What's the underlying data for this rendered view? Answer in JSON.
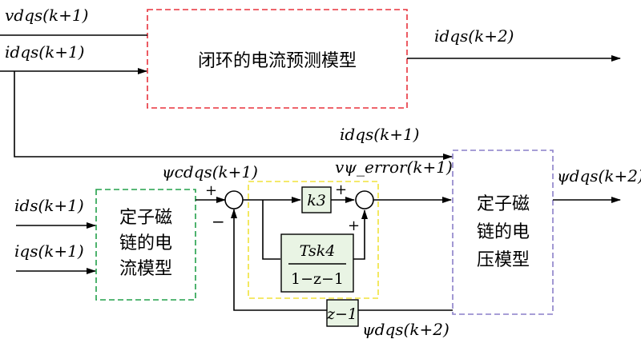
{
  "blocks": {
    "closed_loop_model": "闭环的电流预测模型",
    "flux_current_model": [
      "定子磁",
      "链的电",
      "流模型"
    ],
    "flux_voltage_model": [
      "定子磁",
      "链的电",
      "压模型"
    ],
    "k3": "k3",
    "integrator_num": "Tsk4",
    "integrator_den": "1−z−1",
    "delay": "z−1"
  },
  "signals": {
    "v_dqs_in": "vdqs(k+1)",
    "i_dqs_in": "idqs(k+1)",
    "i_dqs_out": "idqs(k+2)",
    "i_dqs_branch": "idqs(k+1)",
    "psi_c": "ψcdqs(k+1)",
    "v_psi_error": "vψ_error(k+1)",
    "i_ds": "ids(k+1)",
    "i_qs": "iqs(k+1)",
    "psi_out": "ψdqs(k+2)",
    "psi_feedback": "ψdqs(k+2)"
  },
  "signs": {
    "plus": "+",
    "minus": "−"
  },
  "colors": {
    "closed_loop_border": "#e8323c",
    "flux_current_border": "#22a04a",
    "integrator_border": "#f0e23a",
    "flux_voltage_border": "#8a7fc8",
    "block_fill": "#e9f4e4"
  }
}
